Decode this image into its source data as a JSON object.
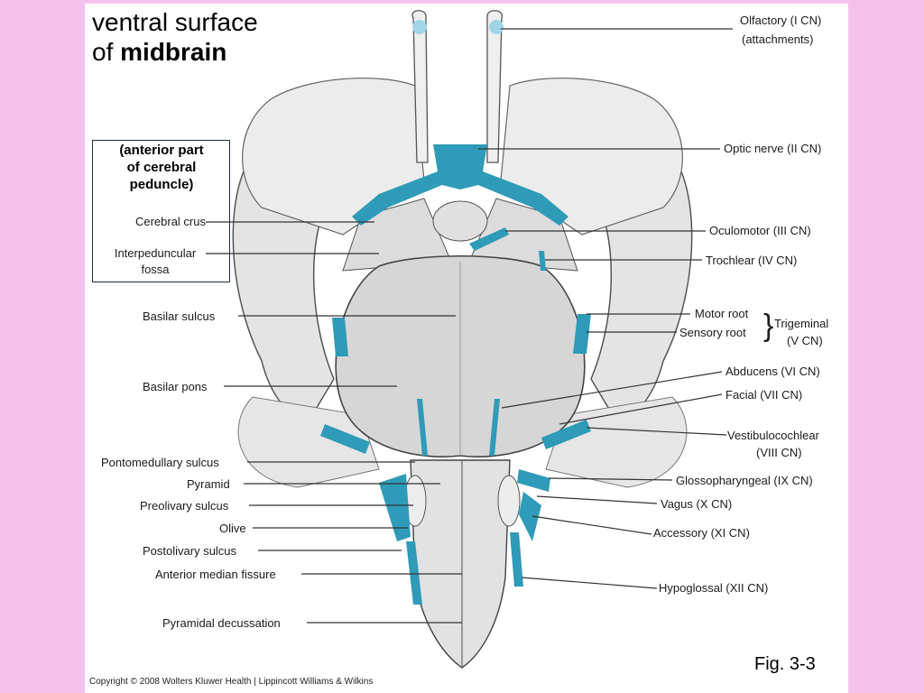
{
  "title": {
    "line1": "ventral surface",
    "line2_prefix": "of ",
    "line2_bold": "midbrain"
  },
  "callout": {
    "line1": "(anterior part",
    "line2": "of cerebral",
    "line3": "peduncle)"
  },
  "labels_left": {
    "cerebral_crus": "Cerebral crus",
    "interpeduncular_1": "Interpeduncular",
    "interpeduncular_2": "fossa",
    "basilar_sulcus": "Basilar sulcus",
    "basilar_pons": "Basilar pons",
    "pontomedullary": "Pontomedullary sulcus",
    "pyramid": "Pyramid",
    "preolivary": "Preolivary sulcus",
    "olive": "Olive",
    "postolivary": "Postolivary sulcus",
    "anterior_median": "Anterior median fissure",
    "pyramidal_decussation": "Pyramidal decussation"
  },
  "labels_right": {
    "olfactory_1": "Olfactory (I CN)",
    "olfactory_2": "(attachments)",
    "optic": "Optic nerve (II CN)",
    "oculomotor": "Oculomotor (III CN)",
    "trochlear": "Trochlear (IV CN)",
    "motor_root": "Motor root",
    "sensory_root": "Sensory root",
    "trigeminal_1": "Trigeminal",
    "trigeminal_2": "(V CN)",
    "abducens": "Abducens (VI CN)",
    "facial": "Facial (VII CN)",
    "vestibulocochlear_1": "Vestibulocochlear",
    "vestibulocochlear_2": "(VIII CN)",
    "glossopharyngeal": "Glossopharyngeal (IX CN)",
    "vagus": "Vagus (X CN)",
    "accessory": "Accessory (XI CN)",
    "hypoglossal": "Hypoglossal (XII CN)"
  },
  "figure_label": "Fig. 3-3",
  "copyright": "Copyright © 2008 Wolters Kluwer Health | Lippincott Williams & Wilkins",
  "colors": {
    "background": "#f5c2f0",
    "nerve": "#2f9bb8",
    "tissue": "#d8d8d8"
  }
}
